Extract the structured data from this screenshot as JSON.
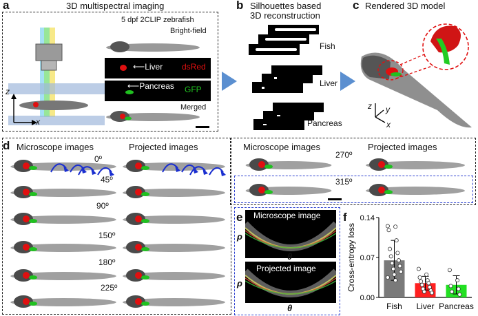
{
  "panels": {
    "a": {
      "label": "a",
      "title": "3D multispectral imaging",
      "subtitle": "5 dpf 2CLIP zebrafish",
      "rows": [
        "Bright-field",
        "dsRed",
        "GFP",
        "Merged"
      ],
      "arrow_labels": [
        "Liver",
        "Pancreas"
      ],
      "axes": [
        "z",
        "x"
      ],
      "colors": {
        "red": "#e01010",
        "green": "#20c020"
      }
    },
    "b": {
      "label": "b",
      "title_line1": "Silhouettes based",
      "title_line2": "3D reconstruction",
      "stacks": [
        "Fish",
        "Liver",
        "Pancreas"
      ]
    },
    "c": {
      "label": "c",
      "title": "Rendered 3D model",
      "axes": [
        "z",
        "y",
        "x"
      ]
    },
    "d": {
      "label": "d",
      "headers": [
        "Microscope images",
        "Projected images",
        "Microscope images",
        "Projected images"
      ],
      "angles_left": [
        "0º",
        "45º",
        "90º",
        "150º",
        "180º",
        "225º"
      ],
      "angles_right": [
        "270º",
        "315º"
      ]
    },
    "e": {
      "label": "e",
      "titles": [
        "Microscope image",
        "Projected image"
      ],
      "ylabel": "ρ",
      "xlabel": "θ"
    },
    "f": {
      "label": "f"
    }
  },
  "chart_data": {
    "type": "bar",
    "categories": [
      "Fish",
      "Liver",
      "Pancreas"
    ],
    "values": [
      0.065,
      0.025,
      0.022
    ],
    "errors": [
      0.035,
      0.012,
      0.016
    ],
    "colors": [
      "#7a7a7a",
      "#ff2020",
      "#22e022"
    ],
    "points": [
      [
        0.125,
        0.124,
        0.118,
        0.1,
        0.085,
        0.078,
        0.072,
        0.065,
        0.06,
        0.055,
        0.05,
        0.045,
        0.04,
        0.035,
        0.03
      ],
      [
        0.05,
        0.04,
        0.035,
        0.03,
        0.028,
        0.025,
        0.022,
        0.018,
        0.015,
        0.012,
        0.01,
        0.008
      ],
      [
        0.048,
        0.03,
        0.02,
        0.015,
        0.01,
        0.005
      ]
    ],
    "ylabel": "Cross-entropy loss",
    "ylim": [
      0,
      0.14
    ],
    "yticks": [
      "0.00",
      "0.07",
      "0.14"
    ]
  }
}
